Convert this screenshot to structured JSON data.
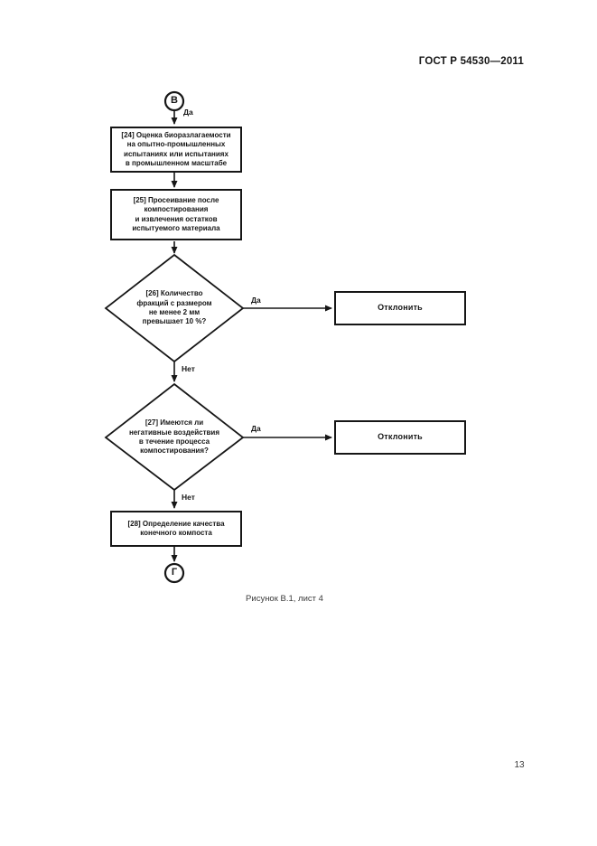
{
  "page": {
    "header": "ГОСТ Р 54530—2011",
    "caption": "Рисунок В.1, лист 4",
    "page_number": "13"
  },
  "flowchart": {
    "connector_top": "В",
    "connector_bottom": "Г",
    "labels": {
      "da_top": "Да",
      "da_26": "Да",
      "net_26": "Нет",
      "da_27": "Да",
      "net_27": "Нет"
    },
    "boxes": {
      "b24": "[24] Оценка биоразлагаемости\nна опытно-промышленных\nиспытаниях или испытаниях\nв промышленном масштабе",
      "b25": "[25] Просеивание после\nкомпостирования\nи извлечения остатков\nиспытуемого материала",
      "d26": "[26] Количество\nфракций с размером\nне менее 2 мм\nпревышает 10 %?",
      "reject1": "Отклонить",
      "d27": "[27] Имеются ли\nнегативные воздействия\nв течение процесса\nкомпостирования?",
      "reject2": "Отклонить",
      "b28": "[28] Определение качества\nконечного компоста"
    }
  }
}
